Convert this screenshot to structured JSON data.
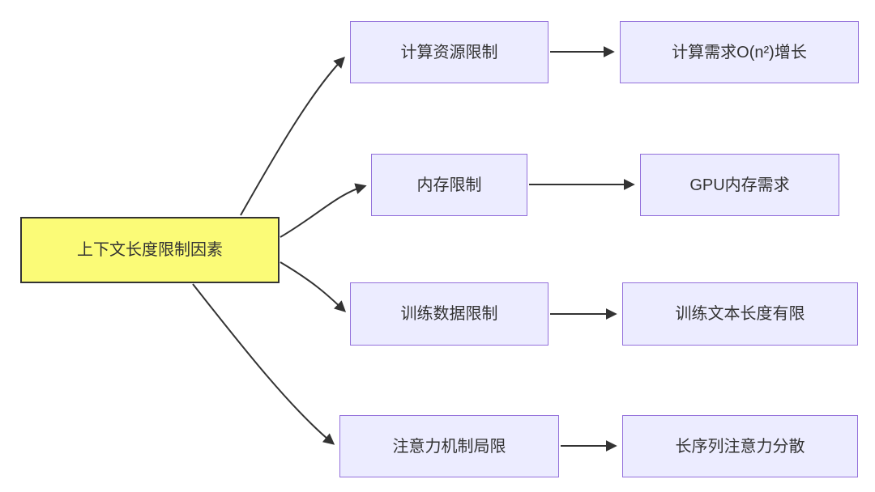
{
  "diagram": {
    "title": "context-length-limitation-flowchart",
    "root": {
      "label": "上下文长度限制因素"
    },
    "branches": [
      {
        "cause": "计算资源限制",
        "effect": "计算需求O(n²)增长"
      },
      {
        "cause": "内存限制",
        "effect": "GPU内存需求"
      },
      {
        "cause": "训练数据限制",
        "effect": "训练文本长度有限"
      },
      {
        "cause": "注意力机制局限",
        "effect": "长序列注意力分散"
      }
    ],
    "colors": {
      "root_fill": "#FBFB77",
      "root_border": "#333333",
      "node_fill": "#ECECFF",
      "node_border": "#9370DB",
      "edge": "#333333"
    }
  }
}
